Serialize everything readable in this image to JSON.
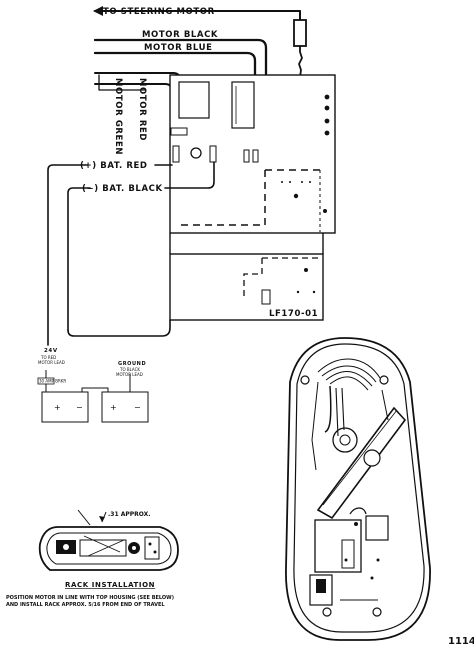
{
  "labels": {
    "to_steering_motor": "TO STEERING MOTOR",
    "motor_black": "MOTOR BLACK",
    "motor_blue": "MOTOR BLUE",
    "motor_red": "MOTOR RED",
    "motor_green": "MOTOR GREEN",
    "bat_red": "(+) BAT. RED",
    "bat_black": "(−) BAT. BLACK",
    "board_model": "LF170-01",
    "supply_24v": "24V",
    "supply_24v_note_1": "TO RED",
    "supply_24v_note_2": "MOTOR LEAD",
    "ground": "GROUND",
    "ground_note_1": "TO BLACK",
    "ground_note_2": "MOTOR LEAD",
    "breaker_note": "30 AMP BRKR",
    "plus": "+",
    "minus": "−",
    "approx": ".31 APPROX.",
    "rack_title": "RACK INSTALLATION",
    "rack_note_1": "POSITION MOTOR IN LINE WITH TOP HOUSING (SEE BELOW)",
    "rack_note_2": "AND INSTALL RACK APPROX. 5/16 FROM END OF TRAVEL",
    "page_number": "1114"
  },
  "colors": {
    "ink": "#111111",
    "paper": "#ffffff"
  }
}
